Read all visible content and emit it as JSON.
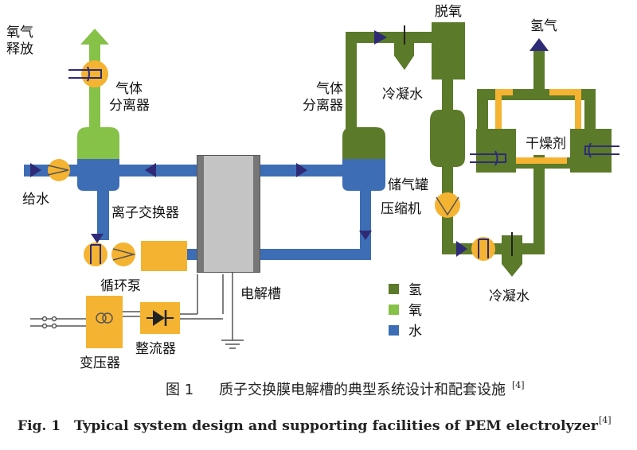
{
  "colors": {
    "hydrogen": "#5b7a2a",
    "oxygen": "#86c148",
    "water": "#3d6db5",
    "equipment": "#f5b332",
    "electrolyzer": "#a8a8a8",
    "arrow": "#2f2a76",
    "wire": "#555555"
  },
  "labels": {
    "oxygen_release": [
      "氧气",
      "释放"
    ],
    "gas_separator_left": [
      "气体",
      "分离器"
    ],
    "feed_water": "给水",
    "ion_exchanger": "离子交换器",
    "circulation_pump": "循环泵",
    "electrolyzer": "电解槽",
    "transformer": "变压器",
    "rectifier": "整流器",
    "gas_separator_right": [
      "气体",
      "分离器"
    ],
    "deoxygenation": "脱氧",
    "condensate_top": "冷凝水",
    "gas_storage_tank": "储气罐",
    "compressor": "压缩机",
    "condensate_bottom": "冷凝水",
    "dryer": "干燥剂",
    "hydrogen_out": "氢气"
  },
  "legend": [
    {
      "label": "氢",
      "color": "#5b7a2a"
    },
    {
      "label": "氧",
      "color": "#86c148"
    },
    {
      "label": "水",
      "color": "#3d6db5"
    }
  ],
  "caption": {
    "cn_number": "图 1",
    "cn_text": "质子交换膜电解槽的典型系统设计和配套设施",
    "en_number": "Fig. 1",
    "en_text": "Typical system design and supporting facilities of PEM electrolyzer",
    "ref": "[4]"
  }
}
